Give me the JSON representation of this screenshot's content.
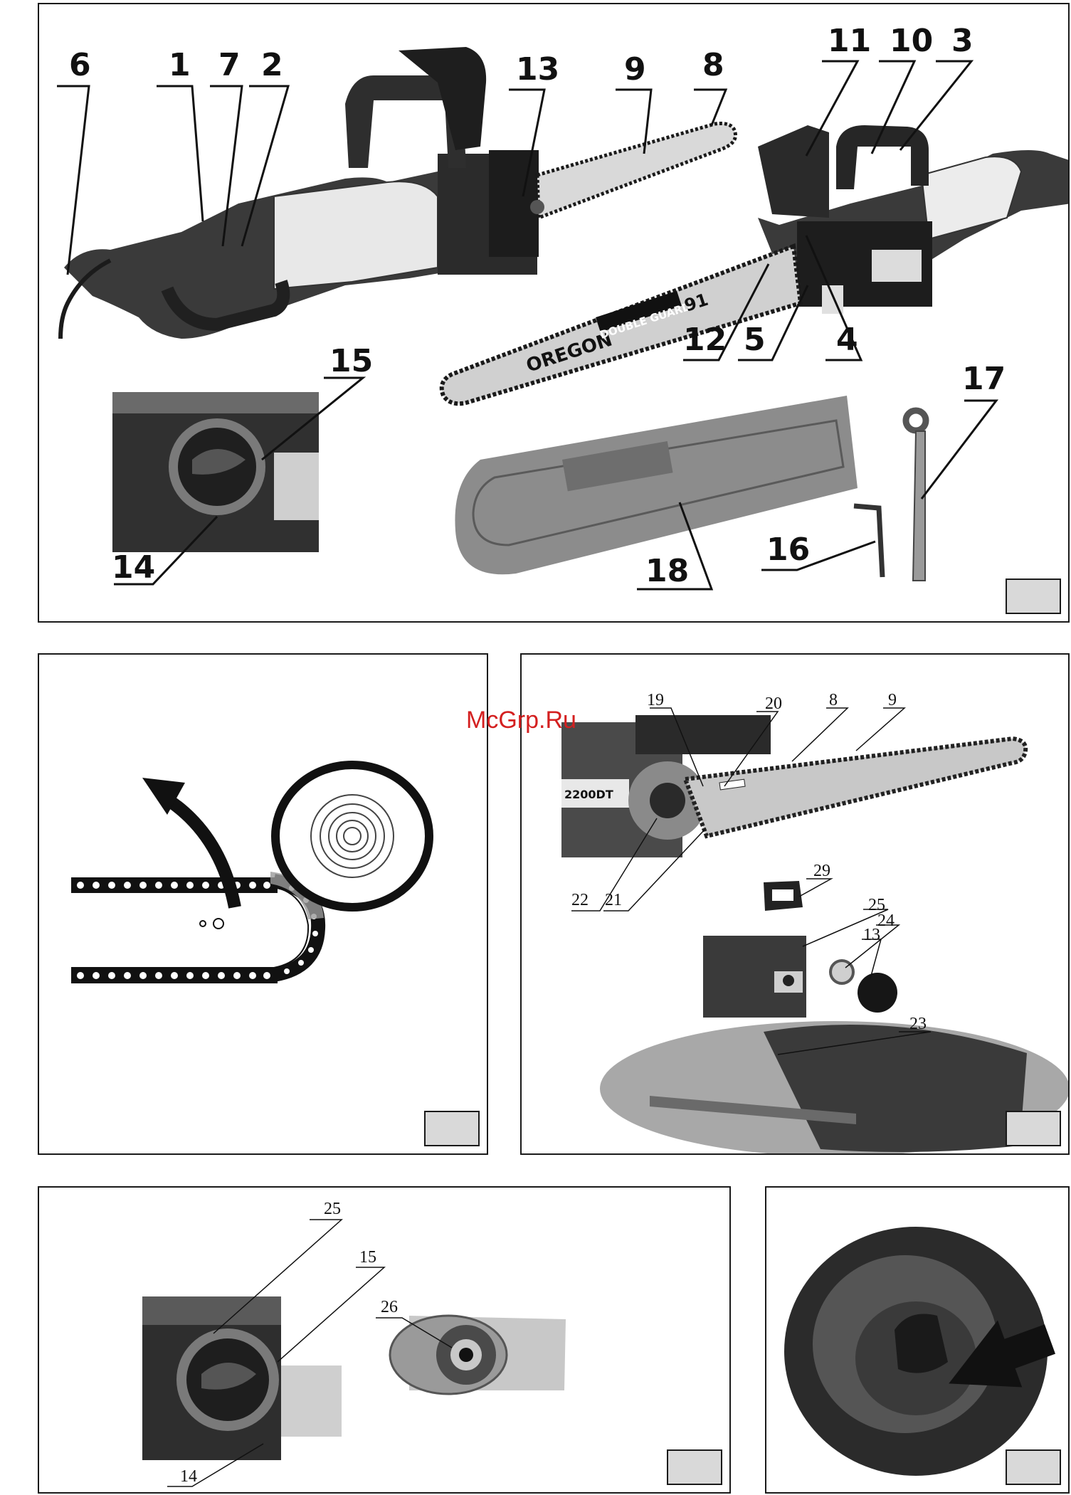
{
  "watermark": "McGrp.Ru",
  "bar_branding": {
    "brand": "OREGON",
    "guard": "DOUBLE GUARD",
    "model": "91"
  },
  "figure1": {
    "callouts": [
      "6",
      "1",
      "7",
      "2",
      "13",
      "9",
      "8",
      "11",
      "10",
      "3",
      "12",
      "5",
      "4",
      "15",
      "14",
      "17",
      "16",
      "18"
    ]
  },
  "figure2": {},
  "figure3": {
    "callouts": [
      "19",
      "20",
      "8",
      "9",
      "22",
      "21",
      "29",
      "25",
      "24",
      "13",
      "23"
    ],
    "motor_label": "2200DT"
  },
  "figure4": {
    "callouts": [
      "25",
      "15",
      "26",
      "14"
    ]
  },
  "figure5": {},
  "colors": {
    "line": "#111111",
    "tag_fill": "#d9d9d9",
    "watermark": "#d42020",
    "photo_dark": "#2b2b2b",
    "photo_mid": "#8a8a8a",
    "bar_light": "#cfcfcf"
  }
}
